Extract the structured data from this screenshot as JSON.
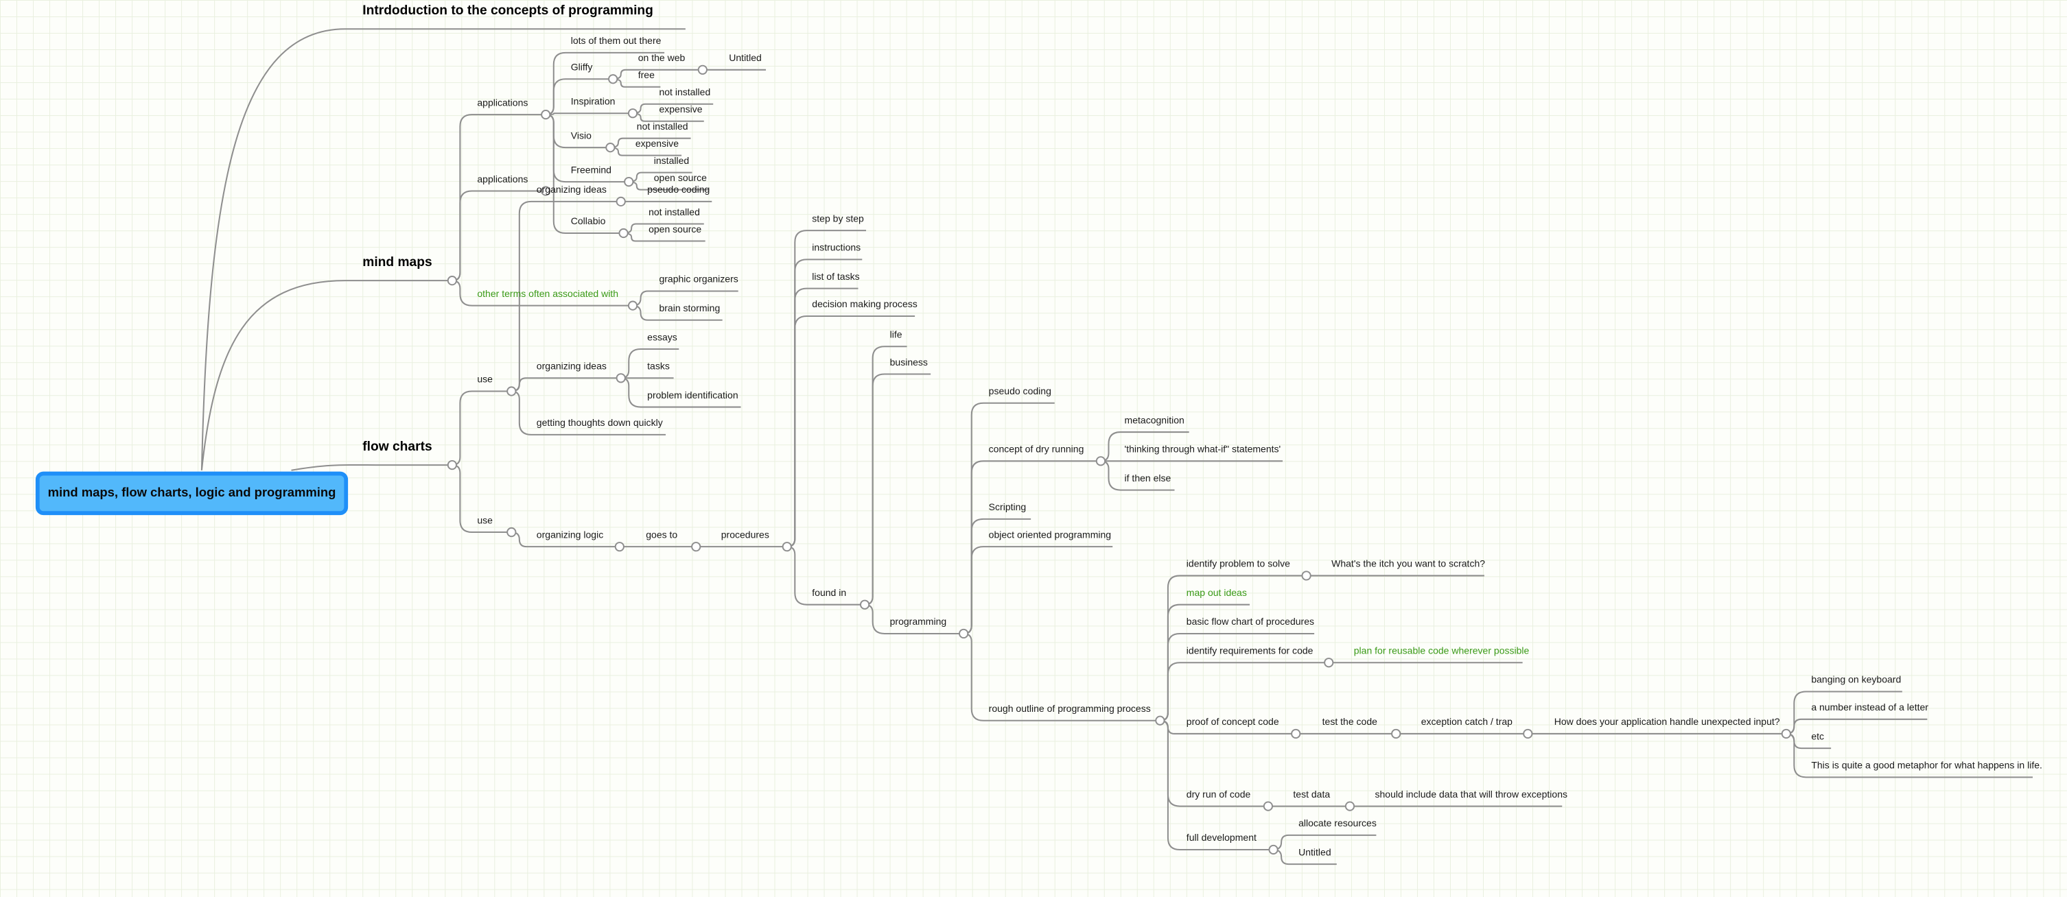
{
  "colors": {
    "line": "#8e8e8e",
    "green": "#3a9a17",
    "root_fill": "#52b8fb",
    "root_border": "#1f8ff8"
  },
  "root": {
    "label": "mind maps, flow charts, logic and programming"
  },
  "nodes": {
    "intro": {
      "label": "Intrdoduction to the concepts of programming"
    },
    "mm": {
      "label": "mind maps"
    },
    "fc": {
      "label": "flow charts"
    },
    "a1": {
      "label": "applications"
    },
    "a2": {
      "label": "applications"
    },
    "ot": {
      "label": "other terms often associated with",
      "color": "#3a9a17"
    },
    "lots": {
      "label": "lots of them out there"
    },
    "gliffy": {
      "label": "Gliffy"
    },
    "web": {
      "label": "on the web"
    },
    "untitled1": {
      "label": "Untitled"
    },
    "free": {
      "label": "free"
    },
    "insp": {
      "label": "Inspiration"
    },
    "insp_ni": {
      "label": "not installed"
    },
    "insp_exp": {
      "label": "expensive"
    },
    "visio": {
      "label": "Visio"
    },
    "visio_ni": {
      "label": "not installed"
    },
    "visio_exp": {
      "label": "expensive"
    },
    "freemind": {
      "label": "Freemind"
    },
    "fm_inst": {
      "label": "installed"
    },
    "fm_os": {
      "label": "open source"
    },
    "collabio": {
      "label": "Collabio"
    },
    "col_ni": {
      "label": "not installed"
    },
    "col_os": {
      "label": "open source"
    },
    "go": {
      "label": "graphic organizers"
    },
    "bs": {
      "label": "brain storming"
    },
    "use1": {
      "label": "use"
    },
    "oi1": {
      "label": "organizing ideas"
    },
    "pc1": {
      "label": "pseudo coding"
    },
    "oi2": {
      "label": "organizing ideas"
    },
    "essays": {
      "label": "essays"
    },
    "tasks": {
      "label": "tasks"
    },
    "probid": {
      "label": "problem identification"
    },
    "getting": {
      "label": "getting thoughts down quickly"
    },
    "use2": {
      "label": "use"
    },
    "ol": {
      "label": "organizing logic"
    },
    "goes": {
      "label": "goes to"
    },
    "proc": {
      "label": "procedures"
    },
    "step": {
      "label": "step by step"
    },
    "instr": {
      "label": "instructions"
    },
    "list": {
      "label": "list of tasks"
    },
    "dec": {
      "label": "decision making process"
    },
    "found": {
      "label": "found in"
    },
    "life": {
      "label": "life"
    },
    "business": {
      "label": "business"
    },
    "prog": {
      "label": "programming"
    },
    "pseudo": {
      "label": "pseudo coding"
    },
    "dry": {
      "label": "concept of dry running"
    },
    "meta": {
      "label": "metacognition"
    },
    "think": {
      "label": "'thinking through what-if\" statements'"
    },
    "ite": {
      "label": "if then else"
    },
    "script": {
      "label": "Scripting"
    },
    "oop": {
      "label": "object oriented programming"
    },
    "rough": {
      "label": "rough outline of programming process"
    },
    "idp": {
      "label": "identify problem to solve"
    },
    "itch": {
      "label": "What's the itch you want to scratch?"
    },
    "mapout": {
      "label": "map out ideas",
      "color": "#3a9a17"
    },
    "basic": {
      "label": "basic flow chart of procedures"
    },
    "idr": {
      "label": "identify requirements for code"
    },
    "plan": {
      "label": "plan for reusable code wherever possible",
      "color": "#3a9a17"
    },
    "poc": {
      "label": "proof of concept code"
    },
    "test": {
      "label": "test the code"
    },
    "exc": {
      "label": "exception catch / trap"
    },
    "how": {
      "label": "How does your application handle unexpected input?"
    },
    "bang": {
      "label": "banging on keyboard"
    },
    "num": {
      "label": "a number instead of a letter"
    },
    "etc": {
      "label": "etc"
    },
    "metaphor": {
      "label": "This is quite a good metaphor for what happens in life."
    },
    "dryrun": {
      "label": "dry run of code"
    },
    "tdata": {
      "label": "test data"
    },
    "should": {
      "label": "should include data that will throw exceptions"
    },
    "fulldev": {
      "label": "full development"
    },
    "alloc": {
      "label": "allocate resources"
    },
    "untitled2": {
      "label": "Untitled"
    }
  }
}
